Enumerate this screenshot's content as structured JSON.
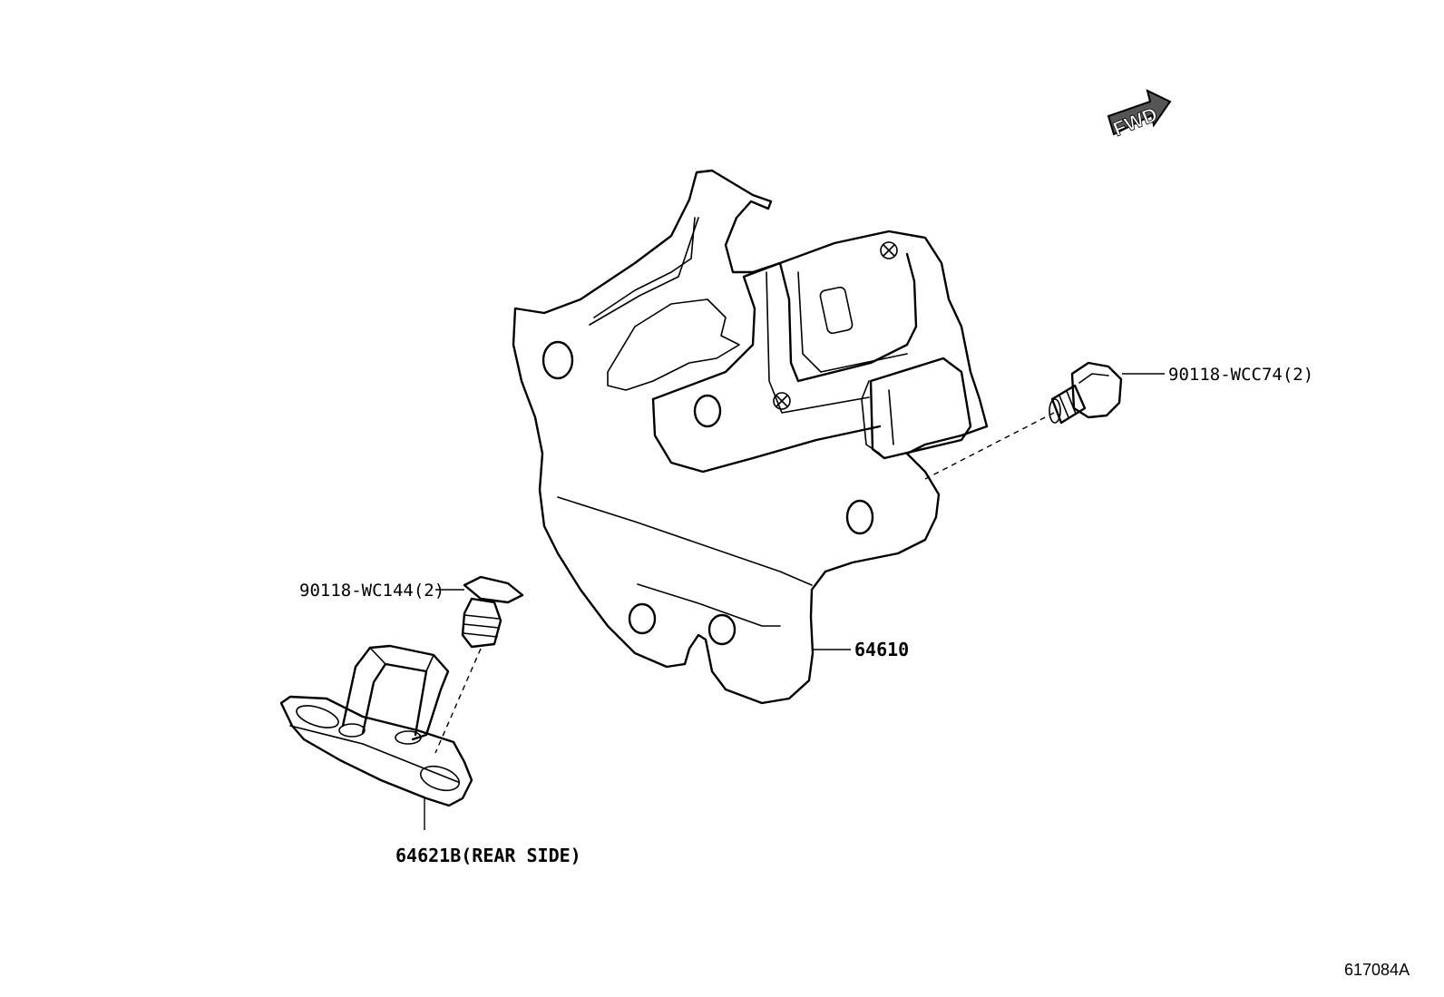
{
  "labels": {
    "bolt_upper": "90118-WCC74(2)",
    "screw_lower": "90118-WC144(2)",
    "main_part": "64610",
    "bracket": "64621B(REAR SIDE)"
  },
  "fwd_indicator": {
    "text": "FWD",
    "icon": "fwd-arrow-icon"
  },
  "figure_id": "617084A"
}
